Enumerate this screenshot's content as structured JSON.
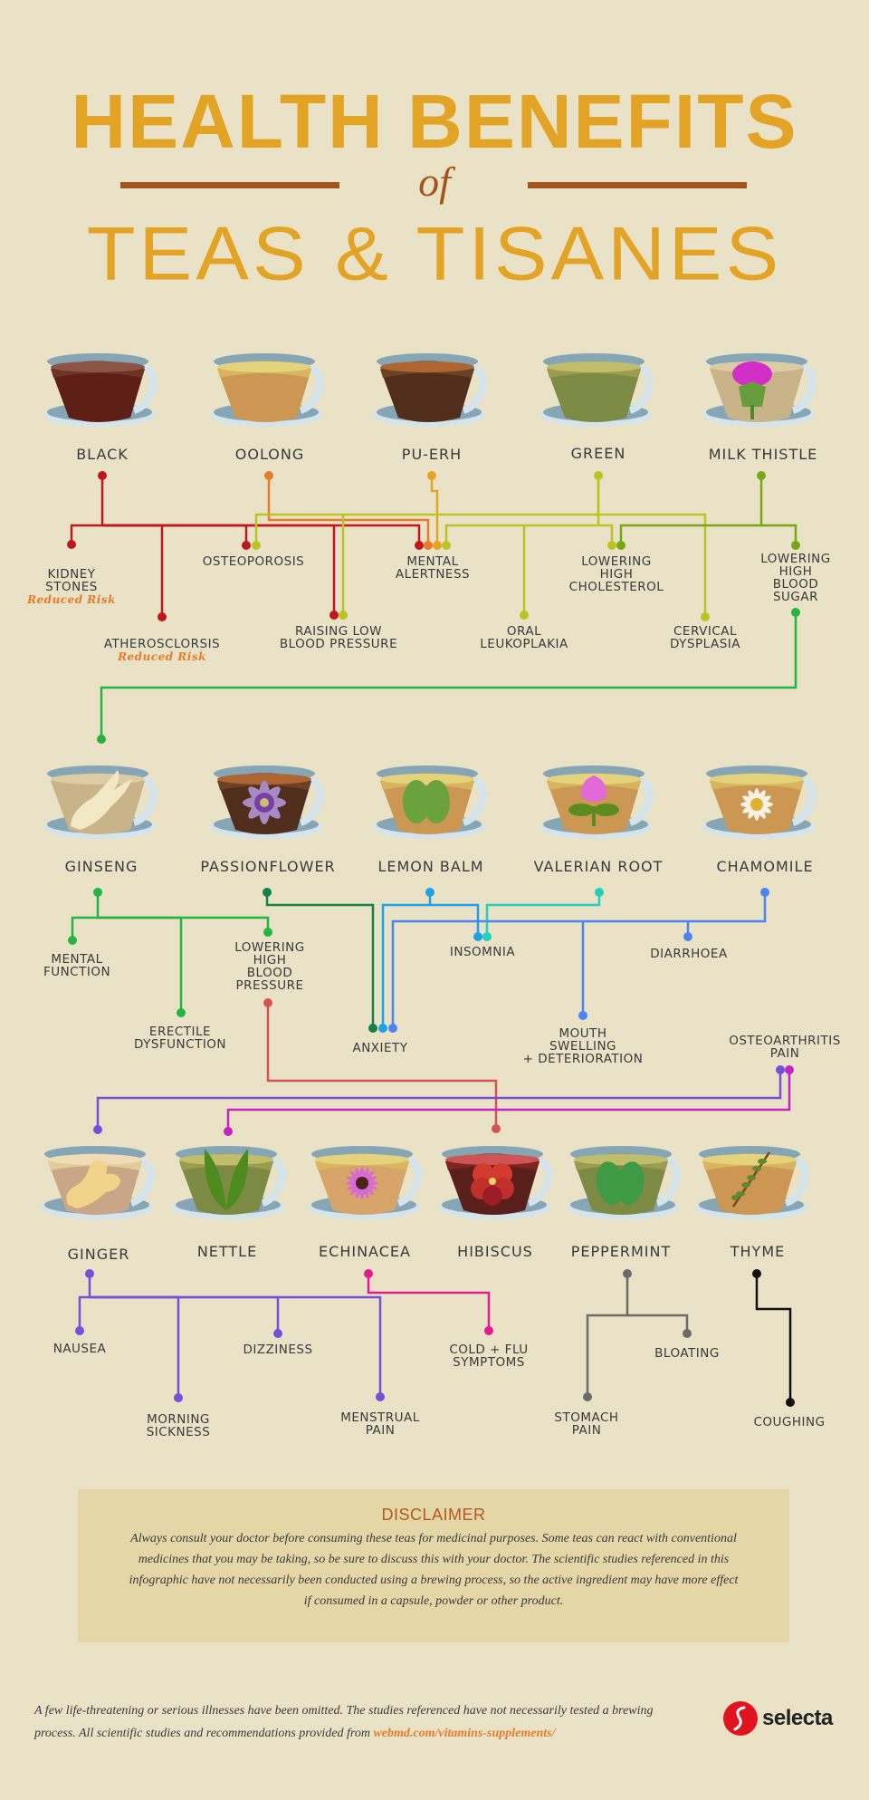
{
  "header": {
    "title_line1": "HEALTH BENEFITS",
    "title_connector": "of",
    "title_line2": "TEAS & TISANES"
  },
  "colors": {
    "background": "#e9e2c7",
    "title": "#e3a325",
    "accent_brown": "#a4541a",
    "black_tea": "#c0171c",
    "oolong": "#e47c2b",
    "pu_erh": "#e5a424",
    "green": "#bcc423",
    "milk_thistle": "#76a813",
    "ginseng": "#23b541",
    "passionflower": "#15804a",
    "lemon_balm": "#1fa1e8",
    "valerian_root": "#23d0b9",
    "chamomile": "#4c84f0",
    "hibiscus": "#d35454",
    "ginger": "#7250d8",
    "nettle": "#c326c5",
    "echinacea": "#e31d91",
    "peppermint": "#6b6b6b",
    "thyme": "#111111",
    "disclaimer_bg": "#e5d6a7"
  },
  "teas": {
    "row1": [
      {
        "name": "BLACK",
        "icon": "black-tea-cup-icon"
      },
      {
        "name": "OOLONG",
        "icon": "oolong-tea-cup-icon"
      },
      {
        "name": "PU-ERH",
        "icon": "pu-erh-tea-cup-icon"
      },
      {
        "name": "GREEN",
        "icon": "green-tea-cup-icon"
      },
      {
        "name": "MILK THISTLE",
        "icon": "milk-thistle-cup-icon"
      }
    ],
    "row2": [
      {
        "name": "GINSENG",
        "icon": "ginseng-cup-icon"
      },
      {
        "name": "PASSIONFLOWER",
        "icon": "passionflower-cup-icon"
      },
      {
        "name": "LEMON BALM",
        "icon": "lemon-balm-cup-icon"
      },
      {
        "name": "VALERIAN ROOT",
        "icon": "valerian-root-cup-icon"
      },
      {
        "name": "CHAMOMILE",
        "icon": "chamomile-cup-icon"
      }
    ],
    "row3": [
      {
        "name": "GINGER",
        "icon": "ginger-cup-icon"
      },
      {
        "name": "NETTLE",
        "icon": "nettle-cup-icon"
      },
      {
        "name": "ECHINACEA",
        "icon": "echinacea-cup-icon"
      },
      {
        "name": "HIBISCUS",
        "icon": "hibiscus-cup-icon"
      },
      {
        "name": "PEPPERMINT",
        "icon": "peppermint-cup-icon"
      },
      {
        "name": "THYME",
        "icon": "thyme-cup-icon"
      }
    ]
  },
  "benefits": {
    "kidney_stones": {
      "label": "KIDNEY\nSTONES",
      "note": "Reduced Risk"
    },
    "atherosclorsis": {
      "label": "ATHEROSCLORSIS",
      "note": "Reduced Risk"
    },
    "osteoporosis": {
      "label": "OSTEOPOROSIS"
    },
    "raising_low_bp": {
      "label": "RAISING LOW\nBLOOD PRESSURE"
    },
    "mental_alertness": {
      "label": "MENTAL\nALERTNESS"
    },
    "oral_leukoplakia": {
      "label": "ORAL\nLEUKOPLAKIA"
    },
    "lowering_high_cholesterol": {
      "label": "LOWERING\nHIGH\nCHOLESTEROL"
    },
    "cervical_dysplasia": {
      "label": "CERVICAL\nDYSPLASIA"
    },
    "lowering_high_blood_sugar": {
      "label": "LOWERING\nHIGH\nBLOOD\nSUGAR"
    },
    "mental_function": {
      "label": "MENTAL\nFUNCTION"
    },
    "erectile_dysfunction": {
      "label": "ERECTILE\nDYSFUNCTION"
    },
    "lowering_high_bp": {
      "label": "LOWERING\nHIGH\nBLOOD\nPRESSURE"
    },
    "anxiety": {
      "label": "ANXIETY"
    },
    "insomnia": {
      "label": "INSOMNIA"
    },
    "mouth_swelling": {
      "label": "MOUTH\nSWELLING\n+ DETERIORATION"
    },
    "diarrhoea": {
      "label": "DIARRHOEA"
    },
    "osteoarthritis_pain": {
      "label": "OSTEOARTHRITIS\nPAIN"
    },
    "nausea": {
      "label": "NAUSEA"
    },
    "morning_sickness": {
      "label": "MORNING\nSICKNESS"
    },
    "dizziness": {
      "label": "DIZZINESS"
    },
    "menstrual_pain": {
      "label": "MENSTRUAL\nPAIN"
    },
    "cold_flu": {
      "label": "COLD + FLU\nSYMPTOMS"
    },
    "stomach_pain": {
      "label": "STOMACH\nPAIN"
    },
    "bloating": {
      "label": "BLOATING"
    },
    "coughing": {
      "label": "COUGHING"
    }
  },
  "disclaimer": {
    "title": "DISCLAIMER",
    "body": "Always consult your doctor before consuming these teas for medicinal purposes. Some teas can react with conventional medicines that you may be taking, so be sure to discuss this with your doctor. The scientific studies referenced in this infographic have not necessarily been conducted using a brewing process, so the active ingredient may have more effect if consumed in a capsule, powder or other product."
  },
  "footer": {
    "note": "A few life-threatening or serious illnesses have been omitted. The studies referenced have not necessarily tested a brewing process. All scientific studies and recommendations provided from ",
    "source_link": "webmd.com/vitamins-supplements/",
    "brand": "selecta"
  }
}
